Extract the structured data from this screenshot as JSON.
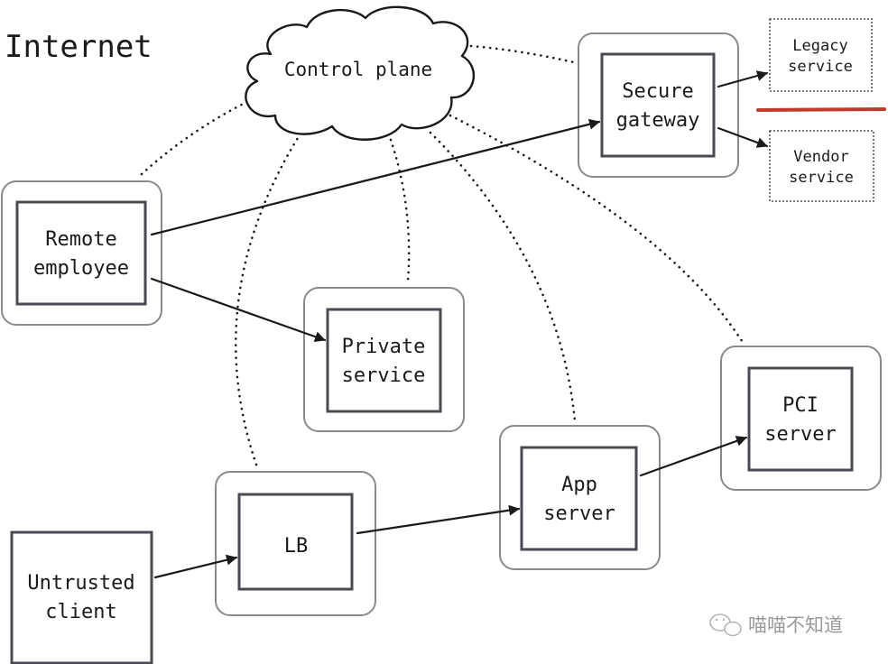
{
  "title": "Internet",
  "nodes": {
    "control_plane": "Control plane",
    "secure_gateway": [
      "Secure",
      "gateway"
    ],
    "legacy_service": [
      "Legacy",
      "service"
    ],
    "vendor_service": [
      "Vendor",
      "service"
    ],
    "remote_employee": [
      "Remote",
      "employee"
    ],
    "private_service": [
      "Private",
      "service"
    ],
    "pci_server": [
      "PCI",
      "server"
    ],
    "app_server": [
      "App",
      "server"
    ],
    "lb": "LB",
    "untrusted_client": [
      "Untrusted",
      "client"
    ]
  },
  "watermark": "喵喵不知道",
  "colors": {
    "ink": "#1a1a1a",
    "outer_border": "#8a8a8a",
    "inner_border": "#4a4a52",
    "divider": "#c0392b"
  },
  "icons": {
    "watermark": "wechat-icon"
  }
}
